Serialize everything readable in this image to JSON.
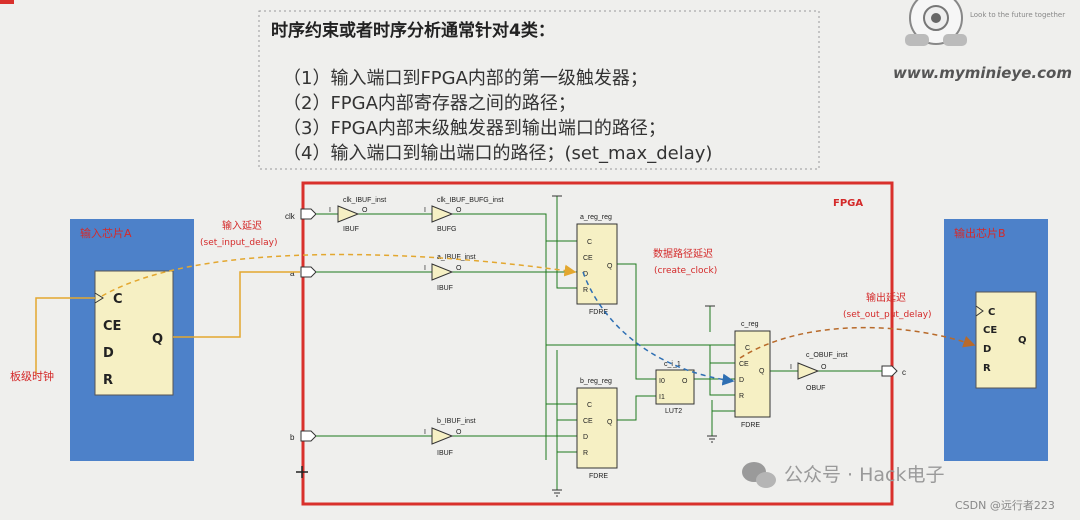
{
  "title": "时序约束或者时序分析通常针对4类：",
  "items": [
    "（1）输入端口到FPGA内部的第一级触发器；",
    "（2）FPGA内部寄存器之间的路径；",
    "（3）FPGA内部末级触发器到输出端口的路径；",
    "（4）输入端口到输出端口的路径；(set_max_delay)"
  ],
  "brand": {
    "tagline": "Look to the future together",
    "url": "www.myminieye.com"
  },
  "chip_a": {
    "title": "输入芯片A",
    "pins": [
      "C",
      "CE",
      "D",
      "R"
    ],
    "q": "Q"
  },
  "chip_b": {
    "title": "输出芯片B",
    "pins": [
      "C",
      "CE",
      "D",
      "R"
    ],
    "q": "Q"
  },
  "fpga_label": "FPGA",
  "ports": {
    "clk": "clk",
    "a": "a",
    "b": "b",
    "c": "c"
  },
  "cells": {
    "clk_ibuf": {
      "inst": "clk_IBUF_inst",
      "type": "IBUF",
      "i": "I",
      "o": "O"
    },
    "clk_bufg": {
      "inst": "clk_IBUF_BUFG_inst",
      "type": "BUFG",
      "i": "I",
      "o": "O"
    },
    "a_ibuf": {
      "inst": "a_IBUF_inst",
      "type": "IBUF",
      "i": "I",
      "o": "O"
    },
    "b_ibuf": {
      "inst": "b_IBUF_inst",
      "type": "IBUF",
      "i": "I",
      "o": "O"
    },
    "a_reg": {
      "inst": "a_reg_reg",
      "type": "FDRE",
      "pins": [
        "C",
        "CE",
        "D",
        "R"
      ],
      "q": "Q"
    },
    "b_reg": {
      "inst": "b_reg_reg",
      "type": "FDRE",
      "pins": [
        "C",
        "CE",
        "D",
        "R"
      ],
      "q": "Q"
    },
    "c_reg": {
      "inst": "c_reg",
      "type": "FDRE",
      "pins": [
        "C",
        "CE",
        "D",
        "R"
      ],
      "q": "Q"
    },
    "lut": {
      "inst": "c_i_1",
      "type": "LUT2",
      "i0": "I0",
      "i1": "I1",
      "o": "O"
    },
    "obuf": {
      "inst": "c_OBUF_inst",
      "type": "OBUF",
      "i": "I",
      "o": "O"
    }
  },
  "annotations": {
    "input_delay": "输入延迟",
    "input_delay_cmd": "(set_input_delay)",
    "data_path": "数据路径延迟",
    "data_path_cmd": "(create_clock)",
    "output_delay": "输出延迟",
    "output_delay_cmd": "(set_out_put_delay)",
    "board_clock": "板级时钟"
  },
  "watermark": {
    "text": "公众号 · Hack电子",
    "csdn": "CSDN @远行者223"
  },
  "colors": {
    "chip_blue": "#4d81c9",
    "fpga_border": "#d9302c",
    "cell_fill": "#f6f0c4",
    "wire_green": "#1d7a1d",
    "orange": "#e3a72f",
    "blue_dash": "#2e6fb3",
    "red_text": "#d42a2a"
  }
}
